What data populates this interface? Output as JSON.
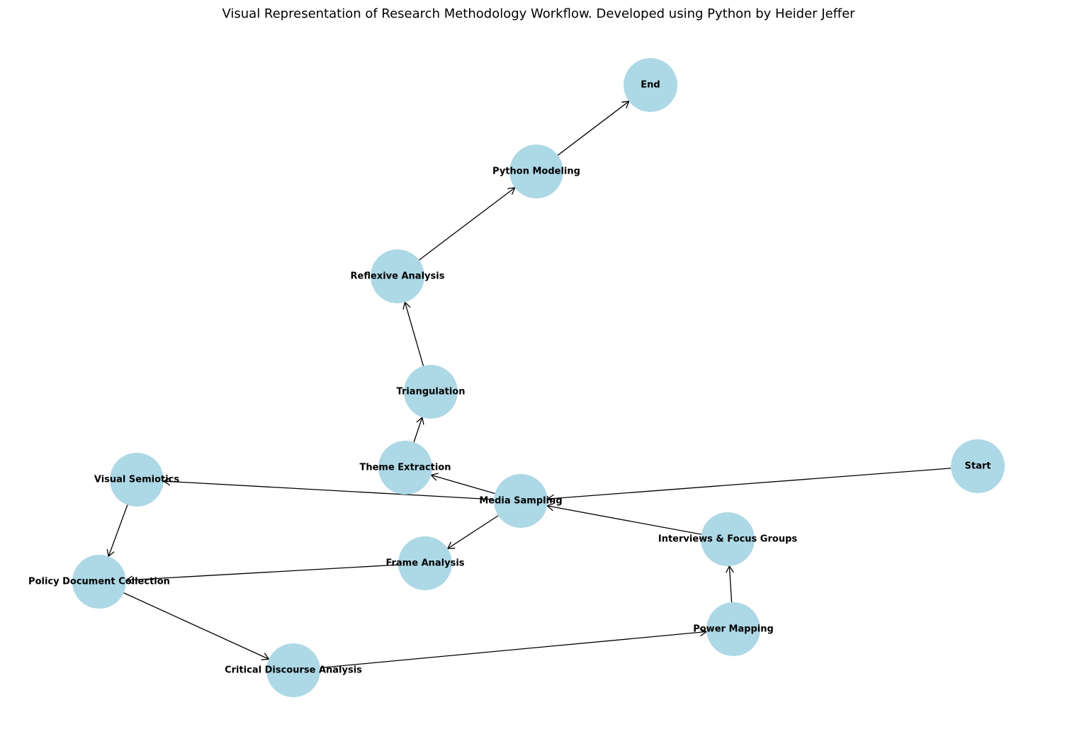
{
  "title": "Visual Representation of Research Methodology Workflow. Developed using Python by Heider Jeffer",
  "colors": {
    "node_fill": "#add8e6",
    "edge": "#000000",
    "label": "#000000",
    "background": "#ffffff"
  },
  "nodes": [
    {
      "id": "start",
      "label": "Start"
    },
    {
      "id": "media",
      "label": "Media Sampling"
    },
    {
      "id": "visual",
      "label": "Visual Semiotics"
    },
    {
      "id": "theme",
      "label": "Theme Extraction"
    },
    {
      "id": "frame",
      "label": "Frame Analysis"
    },
    {
      "id": "interviews",
      "label": "Interviews & Focus Groups"
    },
    {
      "id": "policy",
      "label": "Policy Document Collection"
    },
    {
      "id": "cda",
      "label": "Critical Discourse Analysis"
    },
    {
      "id": "power",
      "label": "Power Mapping"
    },
    {
      "id": "triangulation",
      "label": "Triangulation"
    },
    {
      "id": "reflexive",
      "label": "Reflexive Analysis"
    },
    {
      "id": "python",
      "label": "Python Modeling"
    },
    {
      "id": "end",
      "label": "End"
    }
  ],
  "edges": [
    {
      "from": "start",
      "to": "media"
    },
    {
      "from": "media",
      "to": "visual"
    },
    {
      "from": "media",
      "to": "theme"
    },
    {
      "from": "media",
      "to": "frame"
    },
    {
      "from": "interviews",
      "to": "media"
    },
    {
      "from": "visual",
      "to": "policy"
    },
    {
      "from": "frame",
      "to": "policy"
    },
    {
      "from": "policy",
      "to": "cda"
    },
    {
      "from": "cda",
      "to": "power"
    },
    {
      "from": "power",
      "to": "interviews"
    },
    {
      "from": "theme",
      "to": "triangulation"
    },
    {
      "from": "triangulation",
      "to": "reflexive"
    },
    {
      "from": "reflexive",
      "to": "python"
    },
    {
      "from": "python",
      "to": "end"
    }
  ]
}
